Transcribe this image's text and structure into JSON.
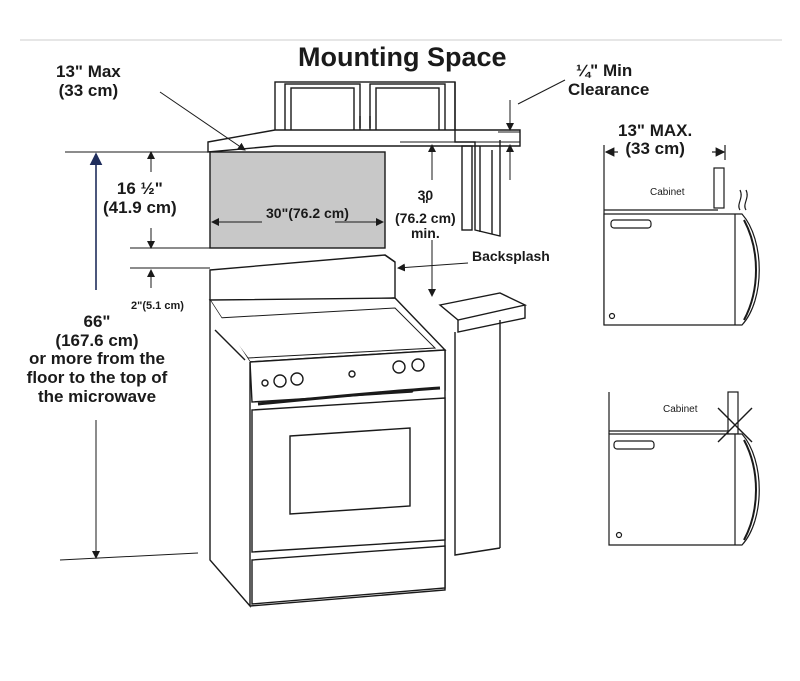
{
  "title": "Mounting Space",
  "labels": {
    "max_depth": [
      "13\" Max",
      "(33 cm)"
    ],
    "min_clearance": [
      "¼\" Min",
      "Clearance"
    ],
    "opening_height": [
      "16 ½\"",
      "(41.9 cm)"
    ],
    "opening_width": "30\"(76.2 cm)",
    "cooktop_clearance": [
      "30",
      "\"",
      "(76.2 cm)",
      "min."
    ],
    "backsplash": "Backsplash",
    "backsplash_height": "2\"(5.1 cm)",
    "floor_height": [
      "66\"",
      "(167.6 cm)",
      "or more from the",
      "floor to the top of",
      "the microwave"
    ],
    "side_max_depth": [
      "13\" MAX.",
      "(33 cm)"
    ],
    "cabinet_top": "Cabinet",
    "cabinet_bottom": "Cabinet"
  },
  "colors": {
    "line": "#1a1a1a",
    "dimension_arrow": "#1f2d5c",
    "wall_fill": "#c8c8c8",
    "rule": "#cccccc"
  },
  "icons": [
    "steam-icon",
    "no-fit-x-icon"
  ]
}
